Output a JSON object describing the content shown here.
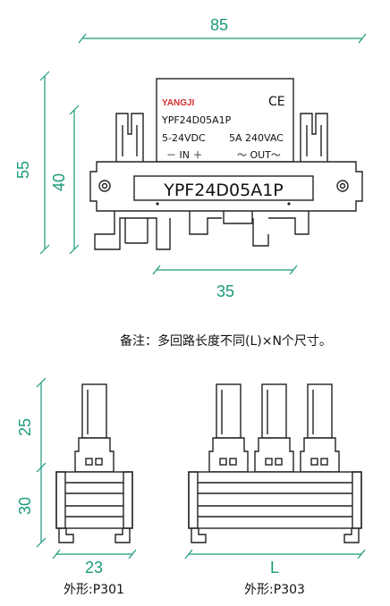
{
  "relay": {
    "brand": "YANGJI",
    "ce_mark": "CE",
    "model_small": "YPF24D05A1P",
    "input_spec": "5-24VDC",
    "output_spec": "5A 240VAC",
    "in_label": "－ IN ＋",
    "out_label": "～ OUT～",
    "model_large": "YPF24D05A1P"
  },
  "dimensions": {
    "overall_width": "85",
    "overall_height": "55",
    "body_height": "40",
    "rail_width": "35",
    "p301_height_top": "25",
    "p301_height_bottom": "30",
    "p301_width": "23",
    "p303_width": "L"
  },
  "note": "备注：多回路长度不同(L)×N个尺寸。",
  "captions": {
    "p301": "外形:P301",
    "p303": "外形:P303"
  },
  "colors": {
    "dimension": "#1a9a7a",
    "brand": "#d32f2f",
    "line": "#222222"
  }
}
